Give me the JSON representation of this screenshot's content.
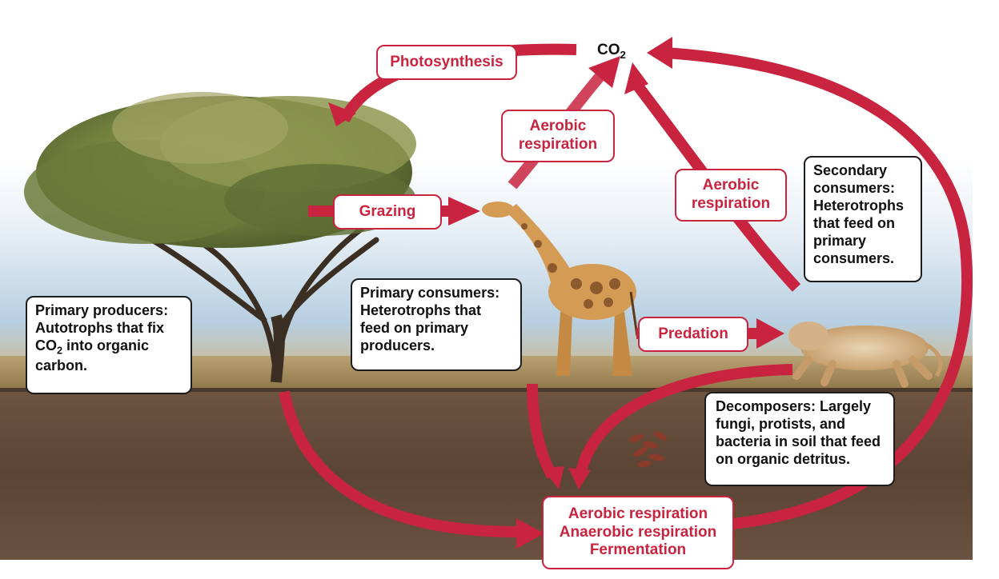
{
  "diagram": {
    "co2_label": {
      "main": "CO",
      "sub": "2"
    },
    "process_labels": {
      "photosynthesis": "Photosynthesis",
      "aerobic_respiration_giraffe": [
        "Aerobic",
        "respiration"
      ],
      "aerobic_respiration_lion": [
        "Aerobic",
        "respiration"
      ],
      "grazing": "Grazing",
      "predation": "Predation",
      "decomposition": [
        "Aerobic respiration",
        "Anaerobic respiration",
        "Fermentation"
      ]
    },
    "descriptions": {
      "primary_producers": {
        "line1": "Primary producers:",
        "line2": "Autotrophs that fix",
        "line3_main": "CO",
        "line3_sub": "2",
        "line3_rest": " into organic",
        "line4": "carbon."
      },
      "primary_consumers": [
        "Primary consumers:",
        "Heterotrophs that",
        "feed on primary",
        "producers."
      ],
      "secondary_consumers": [
        "Secondary",
        "consumers:",
        "Heterotrophs",
        "that feed on",
        "primary",
        "consumers."
      ],
      "decomposers": [
        "Decomposers: Largely",
        "fungi, protists, and",
        "bacteria in soil that feed",
        "on organic detritus."
      ]
    },
    "colors": {
      "arrow": "#c8243f",
      "sky": "#dbe8f2",
      "soil": "#5e4838",
      "grass": "#b49d6c"
    }
  }
}
